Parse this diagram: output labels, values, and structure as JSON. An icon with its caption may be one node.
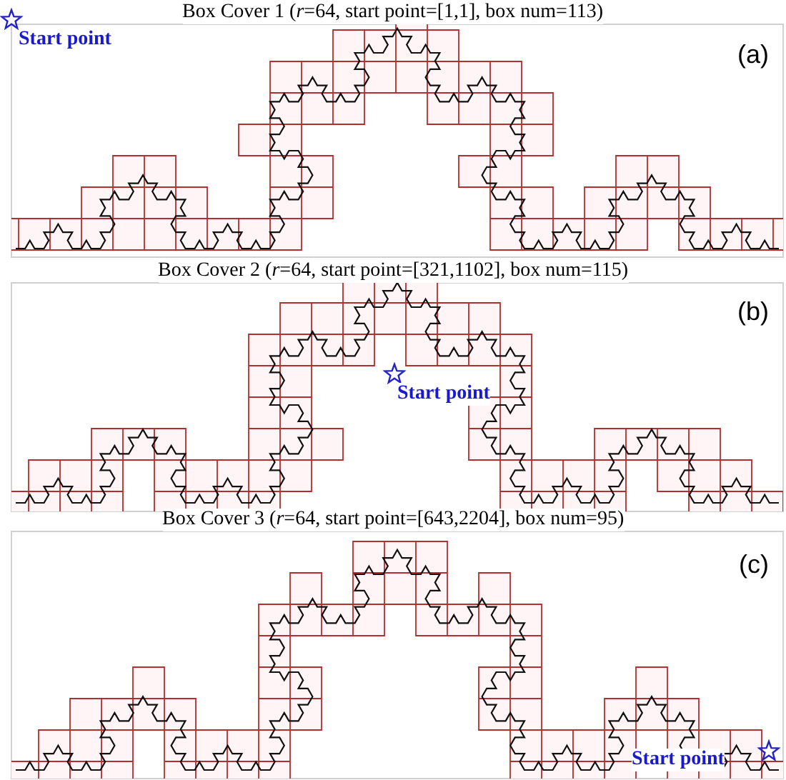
{
  "diagram": {
    "labels": [
      "Box Cover 1 (*r*=64, start point=[1,1], box num=113)",
      "Start point",
      "(a)",
      "Box Cover 2 (*r*=64, start point=[321,1102], box num=115)",
      "(b)",
      "Start point",
      "Box Cover 3 (*r*=64, start point=[643,2204], box num=95)",
      "(c)",
      "Start point"
    ]
  }
}
